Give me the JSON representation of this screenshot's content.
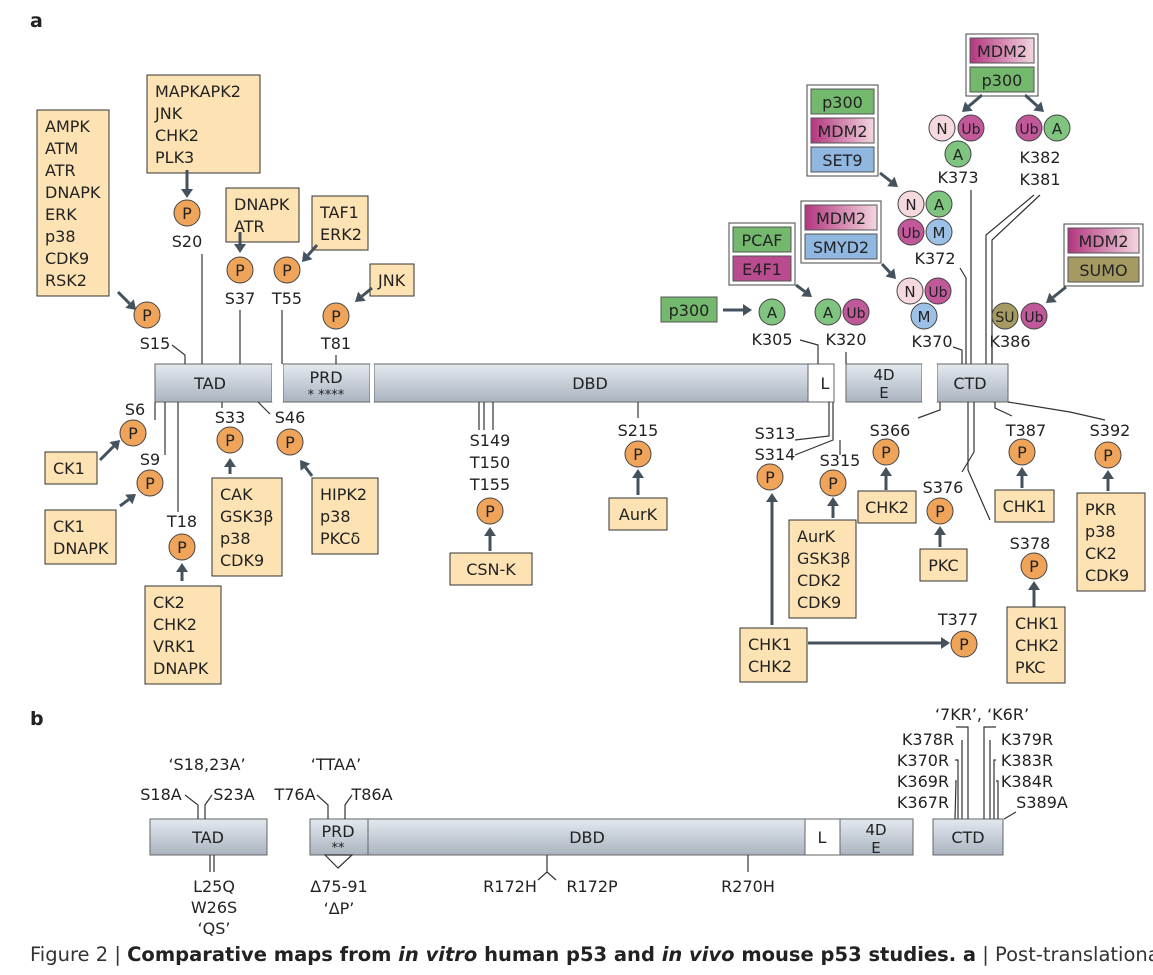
{
  "colors": {
    "bar_top": "#e3e9ef",
    "bar_bottom": "#aab4c0",
    "kinase_box": "#fde3b3",
    "p_circle": "#f0a45a",
    "acetyl_green": "#7fc47f",
    "ub_magenta": "#c0589a",
    "methyl_blue": "#9cc0e6",
    "n_pink": "#f6d9de",
    "sumo_olive": "#a59a62",
    "box_green": "#74b86e",
    "box_magenta": "#b94b8f",
    "box_blue": "#90b7e0",
    "arrow": "#44525e",
    "line": "#333333"
  },
  "icon_names": [
    "arrow-icon",
    "phosphorylation-icon",
    "acetylation-icon",
    "ubiquitination-icon",
    "methylation-icon",
    "neddylation-icon",
    "sumoylation-icon"
  ],
  "panel_a": {
    "label": "a",
    "domains": {
      "tad": "TAD",
      "prd": "PRD",
      "prd_stars": "* ****",
      "dbd": "DBD",
      "l": "L",
      "tet_top": "4D",
      "tet_bottom": "E",
      "ctd": "CTD"
    },
    "p_symbol": "P",
    "mod_symbols": {
      "a": "A",
      "ub": "Ub",
      "m": "M",
      "n": "N",
      "su": "SU"
    },
    "sites": {
      "s15": "S15",
      "s20": "S20",
      "s37": "S37",
      "t55": "T55",
      "t81": "T81",
      "s6": "S6",
      "s9": "S9",
      "t18": "T18",
      "s33": "S33",
      "s46": "S46",
      "s149": "S149",
      "t150": "T150",
      "t155": "T155",
      "s215": "S215",
      "s313": "S313",
      "s314": "S314",
      "s315": "S315",
      "s366": "S366",
      "s376": "S376",
      "s378": "S378",
      "t387": "T387",
      "s392": "S392",
      "t377": "T377",
      "k305": "K305",
      "k320": "K320",
      "k370": "K370",
      "k372": "K372",
      "k373": "K373",
      "k382": "K382",
      "k381": "K381",
      "k386": "K386"
    },
    "kinases": {
      "s15_box": [
        "AMPK",
        "ATM",
        "ATR",
        "DNAPK",
        "ERK",
        "p38",
        "CDK9",
        "RSK2"
      ],
      "s20_box": [
        "MAPKAPK2",
        "JNK",
        "CHK2",
        "PLK3"
      ],
      "s37_box": [
        "DNAPK",
        "ATR"
      ],
      "t55_box": [
        "TAF1",
        "ERK2"
      ],
      "t81_box": [
        "JNK"
      ],
      "s6_box": [
        "CK1"
      ],
      "s9_box": [
        "CK1",
        "DNAPK"
      ],
      "t18_box": [
        "CK2",
        "CHK2",
        "VRK1",
        "DNAPK"
      ],
      "s33_box": [
        "CAK",
        "GSK3β",
        "p38",
        "CDK9"
      ],
      "s46_box": [
        "HIPK2",
        "p38",
        "PKCδ"
      ],
      "csnk_box": [
        "CSN-K"
      ],
      "aurk_box": [
        "AurK"
      ],
      "s315_box": [
        "AurK",
        "GSK3β",
        "CDK2",
        "CDK9"
      ],
      "chk_box": [
        "CHK1",
        "CHK2"
      ],
      "s366_box": [
        "CHK2"
      ],
      "s376_box": [
        "PKC"
      ],
      "s378_box": [
        "CHK1",
        "CHK2",
        "PKC"
      ],
      "t387_box": [
        "CHK1"
      ],
      "s392_box": [
        "PKR",
        "p38",
        "CK2",
        "CDK9"
      ]
    },
    "enzymes": {
      "p300": "p300",
      "pcaf": "PCAF",
      "e4f1": "E4F1",
      "mdm2": "MDM2",
      "smyd2": "SMYD2",
      "set9": "SET9",
      "sumo": "SUMO"
    }
  },
  "panel_b": {
    "label": "b",
    "domains": {
      "tad": "TAD",
      "prd": "PRD",
      "prd_stars": "**",
      "dbd": "DBD",
      "l": "L",
      "tet_top": "4D",
      "tet_bottom": "E",
      "ctd": "CTD"
    },
    "labels": {
      "s18_23": "‘S18,23A’",
      "s18a": "S18A",
      "s23a": "S23A",
      "ttaa": "‘TTAA’",
      "t76a": "T76A",
      "t86a": "T86A",
      "l25q": "L25Q",
      "w26s": "W26S",
      "qs": "‘QS’",
      "d75_91": "Δ75-91",
      "dp": "‘ΔP’",
      "r172h": "R172H",
      "r172p": "R172P",
      "r270h": "R270H",
      "kr7": "‘7KR’, ‘K6R’",
      "k378r": "K378R",
      "k370r": "K370R",
      "k369r": "K369R",
      "k367r": "K367R",
      "k379r": "K379R",
      "k383r": "K383R",
      "k384r": "K384R",
      "s389a": "S389A"
    }
  },
  "caption": {
    "lead": "Figure 2 | ",
    "title_1": "Comparative maps from ",
    "title_em1": "in vitro",
    "title_2": " human p53 and ",
    "title_em2": "in vivo",
    "title_3": " mouse p53 studies. a",
    "tail": " | Post-translational"
  }
}
